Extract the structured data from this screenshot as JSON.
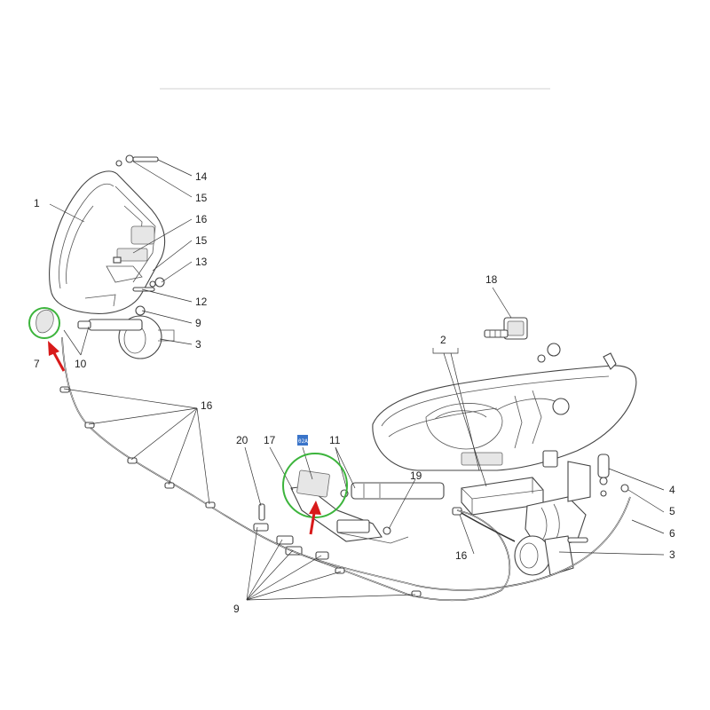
{
  "labels": {
    "l1": "1",
    "l2": "2",
    "l3a": "3",
    "l3b": "3",
    "l4": "4",
    "l5": "5",
    "l6": "6",
    "l7": "7",
    "l9a": "9",
    "l9b": "9",
    "l10": "10",
    "l11": "11",
    "l12": "12",
    "l13": "13",
    "l14": "14",
    "l15a": "15",
    "l15b": "15",
    "l16a": "16",
    "l16b": "16",
    "l16c": "16",
    "l17": "17",
    "l18": "18",
    "l19": "19",
    "l20": "20"
  },
  "tag": "02A",
  "colors": {
    "highlight_circle": "#3cb43c",
    "arrow": "#d81a1a",
    "tag_box": "#3a74c9"
  }
}
